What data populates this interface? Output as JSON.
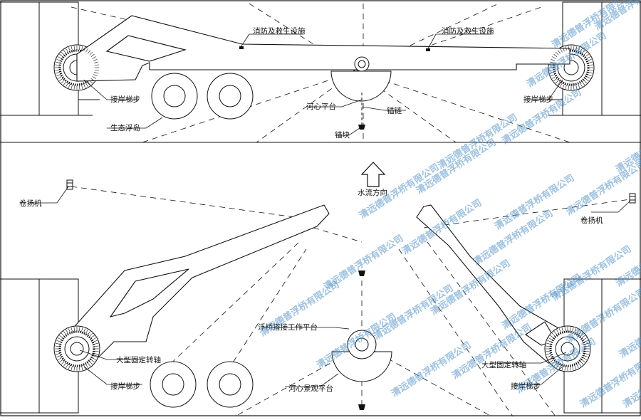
{
  "labels": {
    "fire_rescue_left": "消防及救生设施",
    "fire_rescue_right": "消防及救生设施",
    "shore_stair_top_left": "接岸梯步",
    "shore_stair_top_right": "接岸梯步",
    "eco_floating_island": "生态浮岛",
    "river_platform": "河心平台",
    "anchor_chain": "锚链",
    "anchor_pile": "锚块",
    "water_flow": "水流方向",
    "winch_left": "卷扬机",
    "winch_right": "卷扬机",
    "bridge_work_platform": "浮桥搭接工作平台",
    "pivot_left": "大型固定转轴",
    "pivot_right": "大型固定转轴",
    "shore_stair_bottom_left": "接岸梯步",
    "shore_stair_bottom_right": "接岸梯步",
    "river_view_platform": "河心景观平台"
  },
  "watermark": "清远德普浮桥有限公司",
  "colors": {
    "line": "#111111",
    "watermark": "#4d90c9"
  }
}
